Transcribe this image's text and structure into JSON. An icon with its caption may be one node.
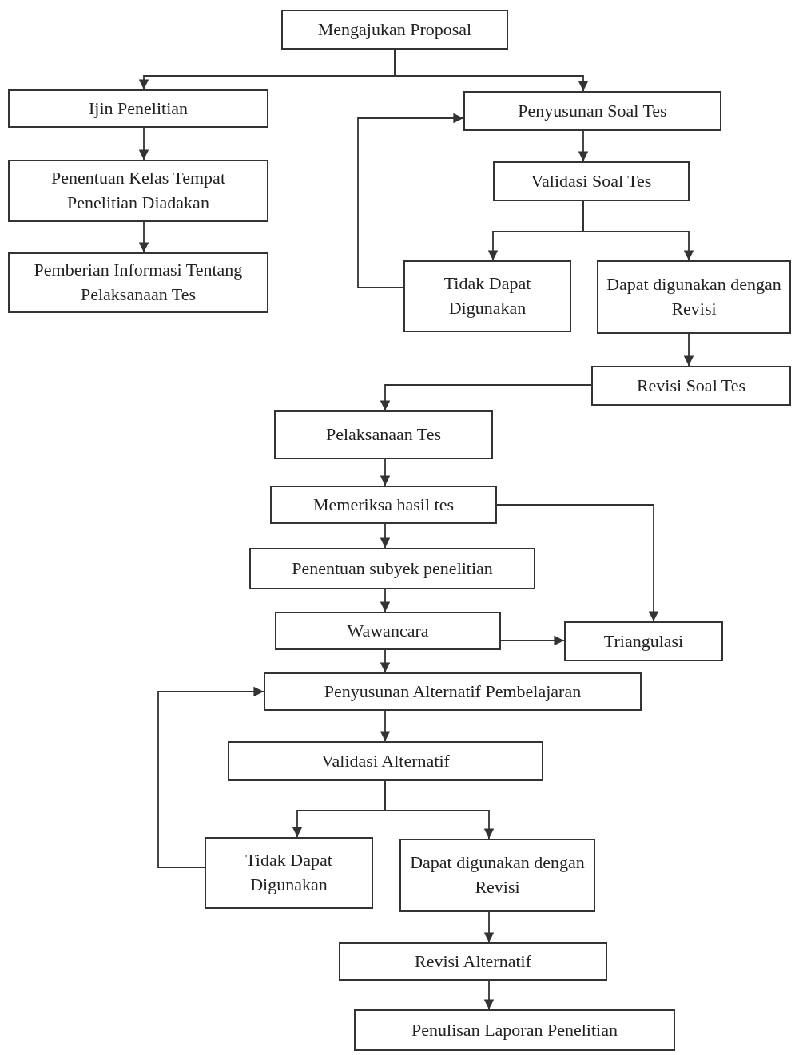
{
  "diagram": {
    "nodes": [
      {
        "text": [
          "Mengajukan Proposal"
        ]
      },
      {
        "text": [
          "Ijin Penelitian"
        ]
      },
      {
        "text": [
          "Penentuan Kelas Tempat Penelitian Diadakan"
        ]
      },
      {
        "text": [
          "Pemberian Informasi Tentang Pelaksanaan Tes"
        ]
      },
      {
        "text": [
          "Penyusunan Soal  Tes"
        ]
      },
      {
        "text": [
          "Validasi Soal  Tes"
        ]
      },
      {
        "text": [
          "Tidak Dapat Digunakan"
        ]
      },
      {
        "text": [
          "Dapat digunakan dengan Revisi"
        ]
      },
      {
        "text": [
          "Revisi Soal  Tes"
        ]
      },
      {
        "text": [
          "Pelaksanaan Tes"
        ]
      },
      {
        "text": [
          "Memeriksa hasil tes"
        ]
      },
      {
        "text": [
          "Penentuan subyek penelitian"
        ]
      },
      {
        "text": [
          "Wawancara"
        ]
      },
      {
        "text": [
          "Triangulasi"
        ]
      },
      {
        "text": [
          "Penyusunan Alternatif Pembelajaran"
        ]
      },
      {
        "text": [
          "Validasi Alternatif"
        ]
      },
      {
        "text": [
          "Tidak Dapat Digunakan"
        ]
      },
      {
        "text": [
          "Dapat digunakan dengan Revisi"
        ]
      },
      {
        "text": [
          "Revisi Alternatif"
        ]
      },
      {
        "text": [
          "Penulisan Laporan Penelitian"
        ]
      }
    ],
    "edges": [
      {
        "from": 0,
        "to": 1,
        "arrow": "to"
      },
      {
        "from": 0,
        "to": 4,
        "arrow": "to"
      },
      {
        "from": 1,
        "to": 2,
        "arrow": "to"
      },
      {
        "from": 2,
        "to": 3,
        "arrow": "to"
      },
      {
        "from": 4,
        "to": 5,
        "arrow": "to"
      },
      {
        "from": 5,
        "to": 6,
        "arrow": "to"
      },
      {
        "from": 5,
        "to": 7,
        "arrow": "to"
      },
      {
        "from": 6,
        "to": 4,
        "arrow": "to"
      },
      {
        "from": 7,
        "to": 8,
        "arrow": "to"
      },
      {
        "from": 8,
        "to": 9,
        "arrow": "to"
      },
      {
        "from": 9,
        "to": 10,
        "arrow": "to"
      },
      {
        "from": 10,
        "to": 11,
        "arrow": "to"
      },
      {
        "from": 11,
        "to": 12,
        "arrow": "to"
      },
      {
        "from": 12,
        "to": 14,
        "arrow": "to"
      },
      {
        "from": 10,
        "to": 13,
        "arrow": "to"
      },
      {
        "from": 12,
        "to": 13,
        "arrow": "to"
      },
      {
        "from": 14,
        "to": 15,
        "arrow": "to"
      },
      {
        "from": 15,
        "to": 16,
        "arrow": "to"
      },
      {
        "from": 15,
        "to": 17,
        "arrow": "to"
      },
      {
        "from": 16,
        "to": 14,
        "arrow": "to"
      },
      {
        "from": 17,
        "to": 18,
        "arrow": "to"
      },
      {
        "from": 18,
        "to": 19,
        "arrow": "to"
      }
    ]
  }
}
